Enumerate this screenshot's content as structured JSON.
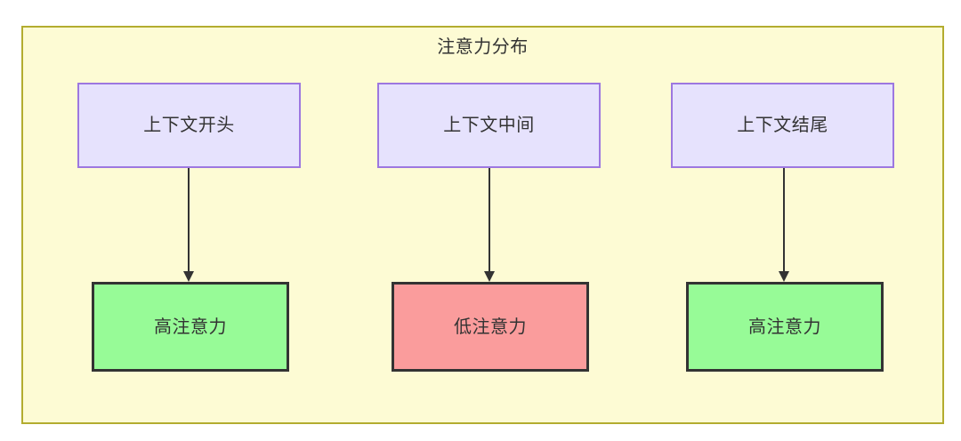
{
  "diagram": {
    "title": "注意力分布",
    "colors": {
      "container_fill": "#fdfbd4",
      "container_border": "#b3ac2f",
      "source_fill": "#e6e2fd",
      "source_border": "#9d77e0",
      "high_fill": "#97fb97",
      "low_fill": "#fa9c9c",
      "node_border": "#333333",
      "text": "#333333",
      "edge": "#333333"
    },
    "source_nodes": [
      {
        "label": "上下文开头"
      },
      {
        "label": "上下文中间"
      },
      {
        "label": "上下文结尾"
      }
    ],
    "result_nodes": [
      {
        "label": "高注意力",
        "level": "high"
      },
      {
        "label": "低注意力",
        "level": "low"
      },
      {
        "label": "高注意力",
        "level": "high"
      }
    ],
    "edges": [
      {
        "from": "上下文开头",
        "to": "高注意力"
      },
      {
        "from": "上下文中间",
        "to": "低注意力"
      },
      {
        "from": "上下文结尾",
        "to": "高注意力"
      }
    ]
  }
}
